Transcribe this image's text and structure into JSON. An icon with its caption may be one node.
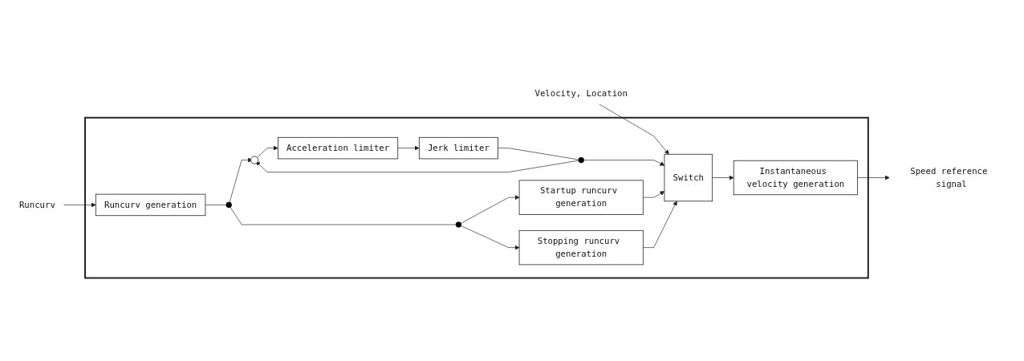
{
  "diagram": {
    "nodes": [
      {
        "text": [],
        "shape": "box"
      },
      {
        "text": [
          "Velocity, Location"
        ]
      },
      {
        "text": [
          "Runcurv"
        ]
      },
      {
        "text": [
          "Runcurv generation"
        ],
        "in": 0
      },
      {
        "text": [],
        "shape": "circle",
        "in": 0
      },
      {
        "text": [],
        "shape": "circle",
        "in": 0
      },
      {
        "text": [
          "Acceleration limiter"
        ],
        "in": 0
      },
      {
        "text": [
          "Jerk limiter"
        ],
        "in": 0
      },
      {
        "text": [],
        "shape": "circle",
        "in": 0
      },
      {
        "text": [],
        "shape": "circle",
        "in": 0
      },
      {
        "text": [
          "Startup runcurv generation"
        ],
        "in": 0
      },
      {
        "text": [
          "Stopping runcurv generation"
        ],
        "in": 0
      },
      {
        "text": [
          "Switch"
        ],
        "in": 0
      },
      {
        "text": [
          "Instantaneous velocity generation"
        ],
        "in": 0
      },
      {
        "text": [
          "Speed reference signal"
        ]
      }
    ],
    "edges": [
      {
        "from": 1,
        "to": 12,
        "arrow": "to"
      },
      {
        "from": 2,
        "to": 3,
        "arrow": "to"
      },
      {
        "from": 3,
        "to": 4,
        "arrow": "none"
      },
      {
        "from": 4,
        "to": 5,
        "arrow": "to"
      },
      {
        "from": 5,
        "to": 6,
        "arrow": "to"
      },
      {
        "from": 6,
        "to": 7,
        "arrow": "to"
      },
      {
        "from": 7,
        "to": 8,
        "arrow": "none"
      },
      {
        "from": 8,
        "to": 12,
        "arrow": "to"
      },
      {
        "from": 8,
        "to": 5,
        "arrow": "to"
      },
      {
        "from": 4,
        "to": 9,
        "arrow": "none"
      },
      {
        "from": 9,
        "to": 10,
        "arrow": "to"
      },
      {
        "from": 9,
        "to": 11,
        "arrow": "to"
      },
      {
        "from": 10,
        "to": 12,
        "arrow": "to"
      },
      {
        "from": 11,
        "to": 12,
        "arrow": "to"
      },
      {
        "from": 12,
        "to": 13,
        "arrow": "to"
      },
      {
        "from": 13,
        "to": 14,
        "arrow": "to"
      }
    ]
  }
}
